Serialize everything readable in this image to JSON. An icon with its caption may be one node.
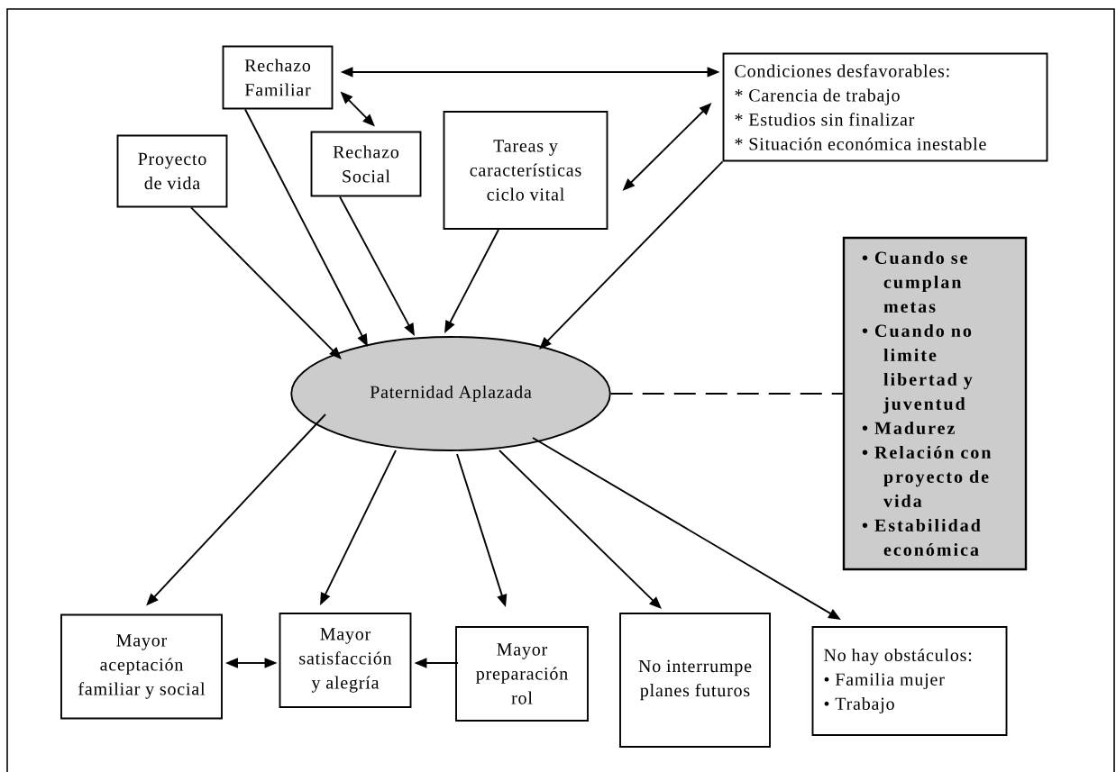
{
  "diagram": {
    "nodes": [
      {
        "text": [
          "Rechazo Familiar"
        ]
      },
      {
        "text": [
          "Proyecto de vida"
        ]
      },
      {
        "text": [
          "Rechazo Social"
        ]
      },
      {
        "text": [
          "Tareas y características ciclo vital"
        ]
      },
      {
        "text": [
          "Condiciones desfavorables:",
          "* Carencia de trabajo",
          "* Estudios sin finalizar",
          "* Situación económica inestable"
        ]
      },
      {
        "text": [
          "Paternidad Aplazada"
        ]
      },
      {
        "text": [
          "• Cuando se cumplan metas",
          "• Cuando no limite libertad y juventud",
          "• Madurez",
          "• Relación con proyecto de vida",
          "• Estabilidad económica"
        ]
      },
      {
        "text": [
          "Mayor aceptación familiar y social"
        ]
      },
      {
        "text": [
          "Mayor satisfacción y alegría"
        ]
      },
      {
        "text": [
          "Mayor preparación rol"
        ]
      },
      {
        "text": [
          "No interrumpe planes futuros"
        ]
      },
      {
        "text": [
          "No hay obstáculos:",
          "• Familia mujer",
          "• Trabajo"
        ]
      }
    ],
    "edges": [
      {
        "from": 0,
        "to": 4,
        "arrow": "both"
      },
      {
        "from": 0,
        "to": 2,
        "arrow": "both"
      },
      {
        "from": 3,
        "to": 4,
        "arrow": "both"
      },
      {
        "from": 1,
        "to": 5,
        "arrow": "to"
      },
      {
        "from": 0,
        "to": 5,
        "arrow": "to"
      },
      {
        "from": 2,
        "to": 5,
        "arrow": "to"
      },
      {
        "from": 3,
        "to": 5,
        "arrow": "to"
      },
      {
        "from": 4,
        "to": 5,
        "arrow": "to"
      },
      {
        "from": 5,
        "to": 6,
        "arrow": "none",
        "style": "dashed"
      },
      {
        "from": 5,
        "to": 7,
        "arrow": "to"
      },
      {
        "from": 5,
        "to": 8,
        "arrow": "to"
      },
      {
        "from": 5,
        "to": 9,
        "arrow": "to"
      },
      {
        "from": 5,
        "to": 10,
        "arrow": "to"
      },
      {
        "from": 5,
        "to": 11,
        "arrow": "to"
      },
      {
        "from": 7,
        "to": 8,
        "arrow": "both"
      },
      {
        "from": 9,
        "to": 8,
        "arrow": "to"
      }
    ]
  }
}
